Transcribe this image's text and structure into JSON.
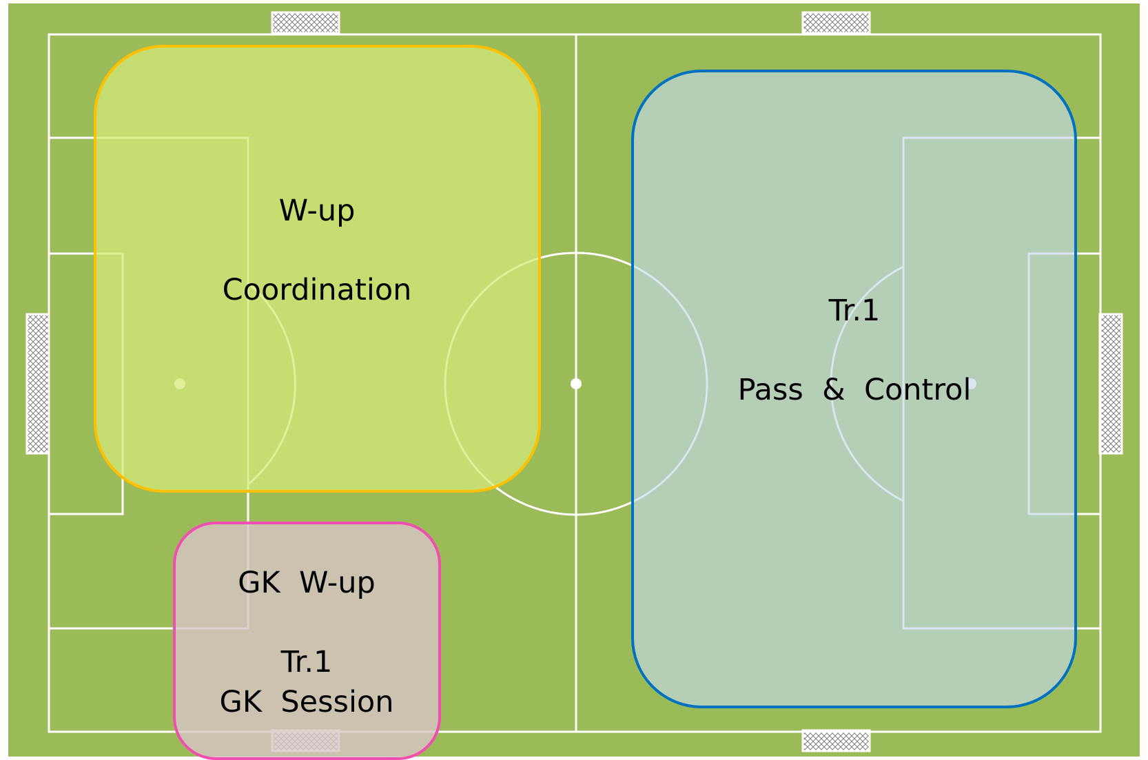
{
  "pitch": {
    "grass_color": "#9bbb59",
    "line_color": "#ffffff",
    "goal_net_color": "#7f7f7f"
  },
  "zones": [
    {
      "id": "warmup",
      "line1": "W-up",
      "line2": "Coordination",
      "fill": "#d4e97a",
      "stroke": "#ffc000",
      "opacity": 0.75
    },
    {
      "id": "training-1",
      "line1": "Tr.1",
      "line2": "Pass  &  Control",
      "fill": "#c3d9e8",
      "stroke": "#0070c0",
      "opacity": 0.65
    },
    {
      "id": "gk",
      "line1": "GK  W-up",
      "line2": "Tr.1",
      "line3": "GK  Session",
      "fill": "#d7c6c4",
      "stroke": "#f14fb0",
      "opacity": 0.8
    }
  ]
}
